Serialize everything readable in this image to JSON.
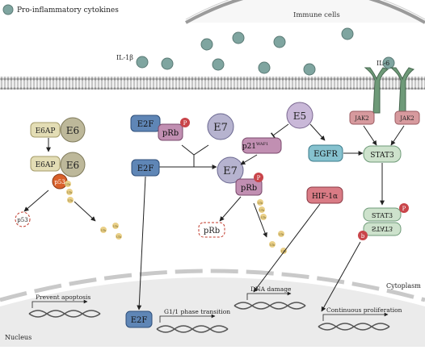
{
  "legend": {
    "text": "Pro-inflammatory cytokines"
  },
  "cells": {
    "immune": "Immune cells",
    "cytoplasm": "Cytoplasm",
    "nucleus": "Nucleus"
  },
  "receptors": {
    "il1b": "IL-1β",
    "il6": "IL-6",
    "jak2": "JAK2"
  },
  "proteins": {
    "e6ap": "E6AP",
    "e6": "E6",
    "p53": "p53",
    "ub": "Ub",
    "e2f": "E2F",
    "prb": "pRb",
    "p": "P",
    "e7": "E7",
    "e5": "E5",
    "p21": "p21",
    "p21_sup": "WAF1",
    "egfr": "EGFR",
    "stat3": "STAT3",
    "hif": "HIF-1α",
    "b": "b"
  },
  "outcomes": {
    "apoptosis": "Prevent apoptosis",
    "g1": "G1/1 phase transition",
    "dna": "DNA damage",
    "prolif": "Continuous proliferation"
  },
  "colors": {
    "membrane": "#9b9b9b",
    "cytokine": "#7fa5a0",
    "e2f": "#5f86b6",
    "prb": "#c18fb2",
    "e7": "#b6b3cf",
    "e6": "#bdb89a",
    "e6ap": "#e3ddb5",
    "p53": "#d9602a",
    "p_badge": "#c9454a",
    "e5": "#c9b8d8",
    "egfr": "#86c2cf",
    "stat3": "#cde2cc",
    "hif": "#d97b85",
    "jak2": "#d79a9e",
    "receptor": "#6e9a78",
    "ub": "#ead088"
  }
}
